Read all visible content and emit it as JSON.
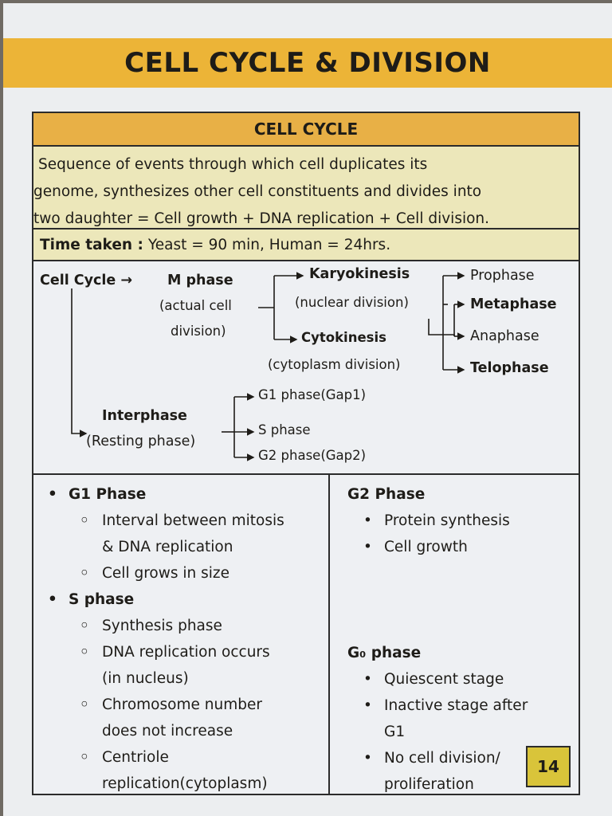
{
  "title": "CELL CYCLE & DIVISION",
  "cell_cycle": {
    "heading": "CELL CYCLE",
    "definition_lines": [
      "Sequence of events through which cell duplicates its",
      "genome, synthesizes other cell constituents and divides into",
      "two daughter = Cell growth + DNA replication + Cell division."
    ],
    "time_label": "Time taken :",
    "time_value": "Yeast = 90 min, Human = 24hrs."
  },
  "diagram": {
    "root": "Cell Cycle →",
    "m_phase": "M phase",
    "m_phase_desc_1": "(actual cell",
    "m_phase_desc_2": "division)",
    "karyokinesis": "Karyokinesis",
    "karyokinesis_desc": "(nuclear division)",
    "cytokinesis": "Cytokinesis",
    "cytokinesis_desc": "(cytoplasm division)",
    "stages": [
      "Prophase",
      "Metaphase",
      "Anaphase",
      "Telophase"
    ],
    "interphase": "Interphase",
    "interphase_desc": "(Resting phase)",
    "interphase_stages": [
      "G1 phase(Gap1)",
      "S phase",
      "G2 phase(Gap2)"
    ]
  },
  "left_column": {
    "g1_heading": "G1 Phase",
    "g1_items": [
      "Interval between mitosis",
      "& DNA replication",
      "Cell grows in size"
    ],
    "s_heading": "S phase",
    "s_items": [
      "Synthesis phase",
      "DNA replication occurs",
      "(in nucleus)",
      "Chromosome number",
      "does not increase",
      "Centriole",
      "replication(cytoplasm)"
    ]
  },
  "right_column": {
    "g2_heading": "G2 Phase",
    "g2_items": [
      "Protein synthesis",
      "Cell growth"
    ],
    "g0_heading": "G₀ phase",
    "g0_items": [
      "Quiescent stage",
      "Inactive stage after",
      "G1",
      "No cell division/",
      "proliferation"
    ]
  },
  "page_number": "14"
}
